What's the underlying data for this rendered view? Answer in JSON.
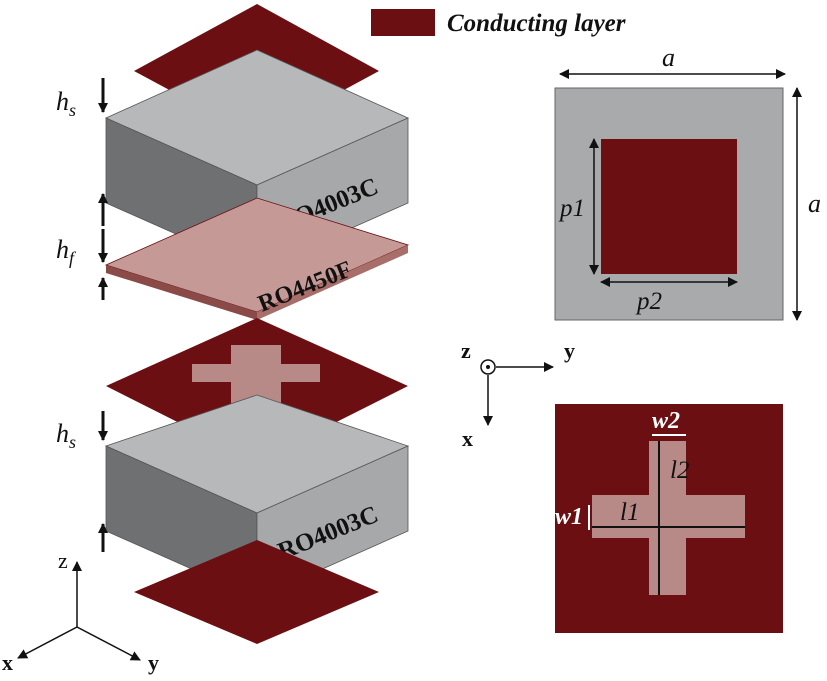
{
  "legend": {
    "label": "Conducting layer",
    "swatch_color": "#6b0f12"
  },
  "layers": {
    "top_substrate": "RO4003C",
    "film": "RO4450F",
    "bottom_substrate": "RO4003C"
  },
  "dimensions_left": {
    "hs_top": "h",
    "hs_top_sub": "s",
    "hf": "h",
    "hf_sub": "f",
    "hs_bottom": "h",
    "hs_bottom_sub": "s"
  },
  "axes_bottom_left": {
    "z": "z",
    "x": "x",
    "y": "y"
  },
  "axes_center": {
    "z": "z",
    "x": "x",
    "y": "y"
  },
  "top_view_patch": {
    "a_top": "a",
    "a_right": "a",
    "p1": "p1",
    "p2": "p2"
  },
  "top_view_cross": {
    "w2": "w2",
    "l2": "l2",
    "w1": "w1",
    "l1": "l1"
  },
  "colors": {
    "conductor": "#6b0f12",
    "cross_aperture": "#b88a87",
    "film": "#c59a96",
    "substrate_top": "#b7b8ba",
    "substrate_front": "#a7a8aa",
    "substrate_side": "#6f7072",
    "patch_background": "#a9aaac"
  }
}
